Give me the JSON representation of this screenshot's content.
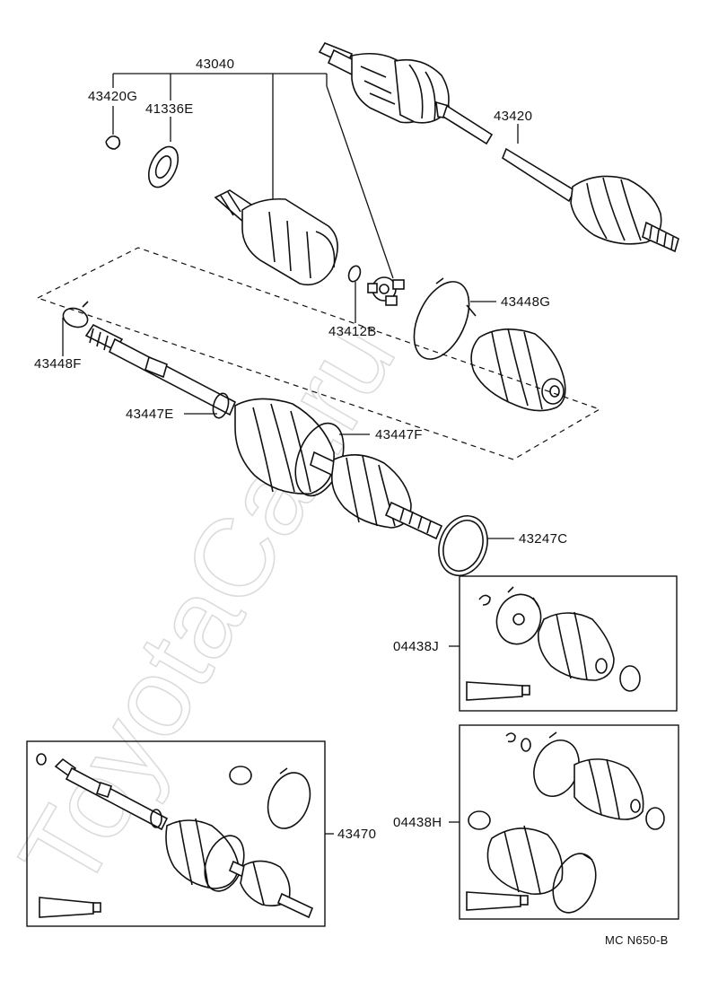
{
  "labels": {
    "p43040": "43040",
    "p43420G": "43420G",
    "p41336E": "41336E",
    "p43420": "43420",
    "p43448G": "43448G",
    "p43412B": "43412B",
    "p43448F": "43448F",
    "p43447E": "43447E",
    "p43447F": "43447F",
    "p43247C": "43247C",
    "p04438J": "04438J",
    "p04438H": "04438H",
    "p43470": "43470"
  },
  "diagram_code": "MC N650-B",
  "watermark": "ToyotaCar.ru"
}
